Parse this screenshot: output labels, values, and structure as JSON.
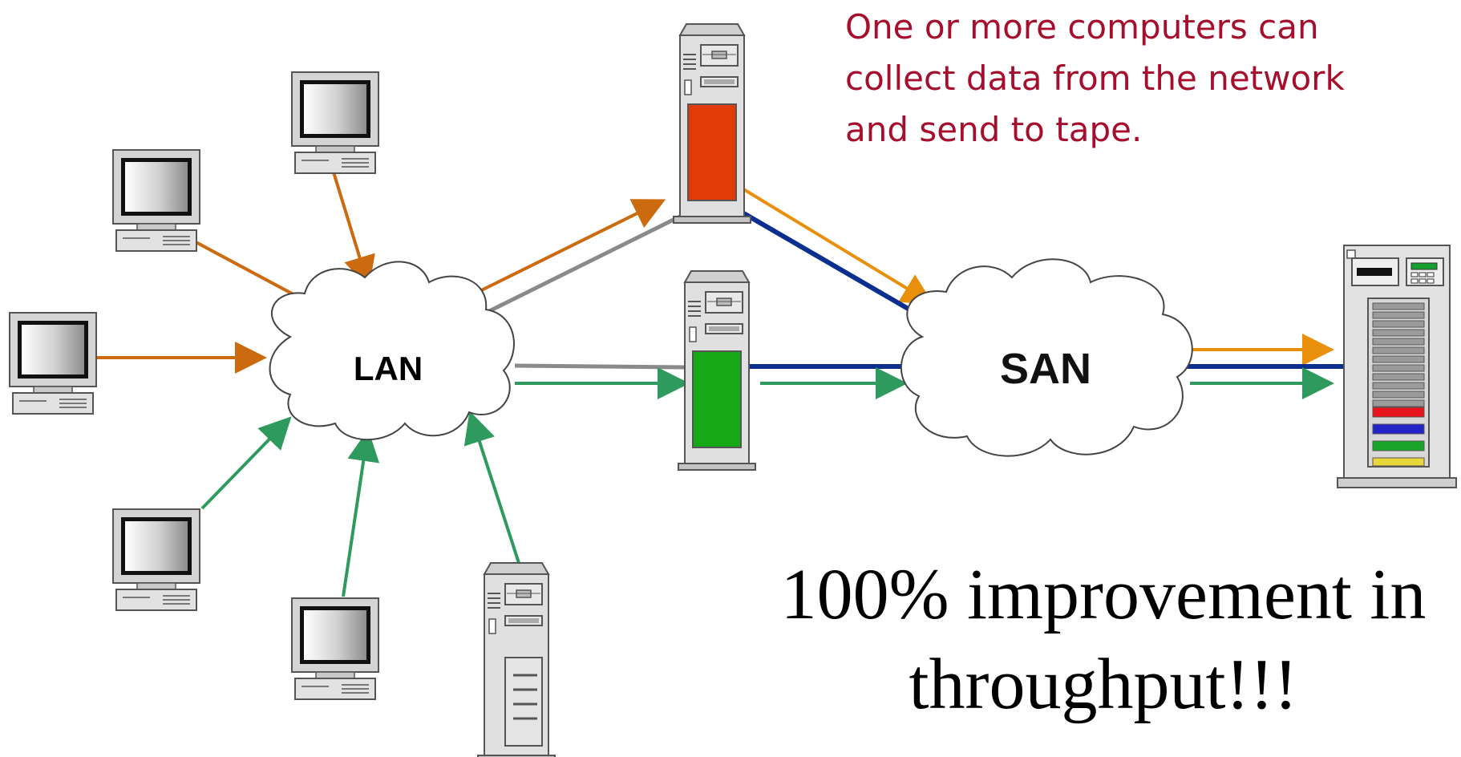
{
  "clouds": {
    "lan": {
      "label": "LAN"
    },
    "san": {
      "label": "SAN"
    }
  },
  "annotation": {
    "lines": [
      "One or more computers can",
      "collect data from the network",
      "and send to tape."
    ]
  },
  "headline": {
    "lines": [
      "100% improvement in",
      "throughput!!!"
    ]
  },
  "colors": {
    "orange_link": "#cc6a10",
    "amber_link": "#e8900c",
    "green_link": "#2e9a5e",
    "gray_link": "#8a8a8a",
    "blue_link": "#0b2f8f",
    "annotation_text": "#a50f2d",
    "server_top_panel": "#e23b06",
    "server_mid_panel": "#14a915"
  },
  "icons": {
    "workstation": "desktop-computer-icon",
    "server": "tower-server-icon",
    "tape_library": "tape-library-icon"
  }
}
